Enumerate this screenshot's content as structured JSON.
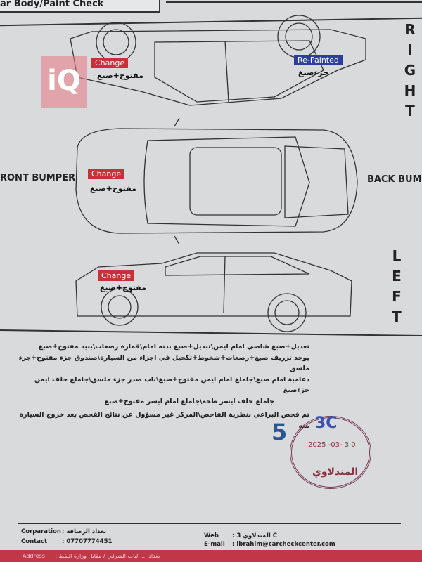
{
  "header": {
    "title": "ar Body/Paint Check"
  },
  "watermark": "iQ",
  "side_labels": {
    "right": [
      "R",
      "I",
      "G",
      "H",
      "T"
    ],
    "left": [
      "L",
      "E",
      "F",
      "T"
    ],
    "front": "RONT BUMPER",
    "back": "BACK BUM"
  },
  "marks": [
    {
      "label": "Change",
      "note": "مفتوح+صبغ",
      "color": "#c9303a"
    },
    {
      "label": "Re-Painted",
      "note": "جزءصبغ",
      "color": "#2c3d9a"
    },
    {
      "label": "Change",
      "note": "مفتوح+صبغ",
      "color": "#c9303a"
    },
    {
      "label": "Change",
      "note": "مفتوح+صبغ",
      "color": "#c9303a"
    }
  ],
  "notes": [
    "تعديل+صبغ شاصي امام ايمن\\تبديل+صبغ بدنه امام\\قمارة رصعات\\بنيد مفتوح+صبغ",
    "يوجد تزريف صبغ+رصعات+شخوط+تكحيل في اجزاء من السيارة\\صندوق جزء مفتوح+جزء ملسق",
    "دعامية امام صبغ\\جاملغ امام ايمن مفتوح+صبغ\\باب صدر جزء ملسق\\جاملغ خلف ايمن جزءصبغ",
    "جاملغ خلف ايسر طخه\\جاملغ امام ايسر مفتوح+صبغ",
    "تم فحص البراغي بنظرية الفاحص\\المركز غير مسؤول عن نتائج الفحص بعد خروج السيارة منه"
  ],
  "stamp": {
    "number": "5",
    "code": "3C",
    "date": "2025 -03- 3 0",
    "name": "المندلاوي"
  },
  "footer": {
    "corporation_label": "Corparation",
    "corporation": ": بغداد الرصافة",
    "contact_label": "Contact",
    "contact": ": 07707774451",
    "web_label": "Web",
    "web": ": 3 المندلاوي C",
    "email_label": "E-mail",
    "email": ": ibrahim@carcheckcenter.com",
    "address_label": "Address",
    "address": ": بغداد ... الباب الشرقي / مقابل وزارة النفط"
  }
}
